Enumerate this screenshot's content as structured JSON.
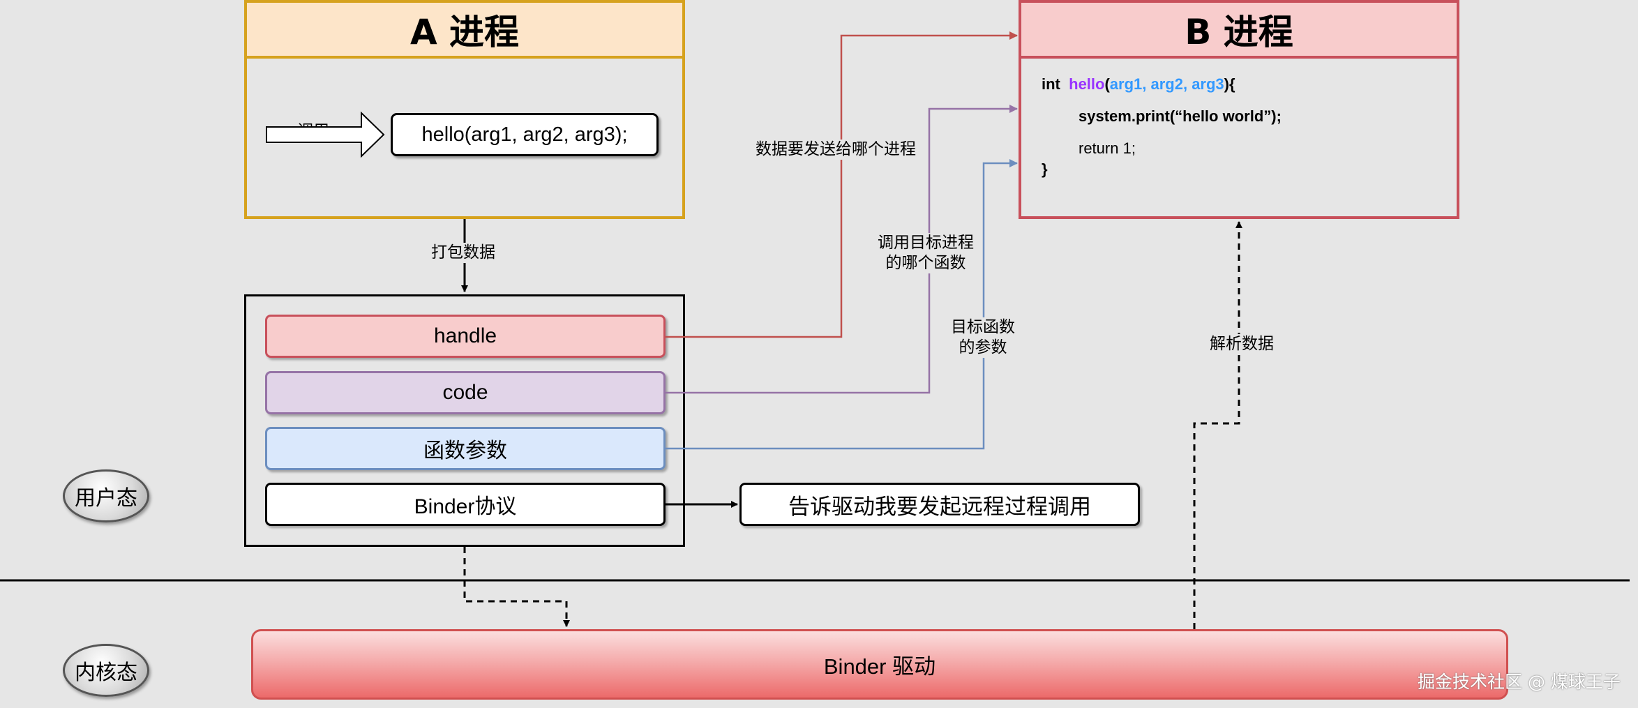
{
  "process_a": {
    "title": "A 进程",
    "call_label": "调用",
    "call_code": "hello(arg1,  arg2, arg3);"
  },
  "process_b": {
    "title": "B 进程",
    "code": {
      "kw_int": "int",
      "fn_name": "hello",
      "open_paren": "(",
      "args": "arg1, arg2, arg3",
      "close_brace_open": "){",
      "print_line": "system.print(“hello world”);",
      "return_line": "return 1;",
      "close_brace": "}"
    }
  },
  "edges": {
    "pack": "打包数据",
    "to_process": "数据要发送给哪个进程",
    "which_function_1": "调用目标进程",
    "which_function_2": "的哪个函数",
    "target_args_1": "目标函数",
    "target_args_2": "的参数",
    "parse": "解析数据"
  },
  "packet": {
    "handle": "handle",
    "code": "code",
    "params": "函数参数",
    "protocol": "Binder协议"
  },
  "notify": "告诉驱动我要发起远程过程调用",
  "driver": "Binder 驱动",
  "modes": {
    "user": "用户态",
    "kernel": "内核态"
  },
  "watermark": "掘金技术社区 @ 煤球王子",
  "colors": {
    "a_border": "#d6a21e",
    "a_fill": "#fde5c9",
    "b_border": "#c8505b",
    "b_fill": "#f8cccc",
    "code_fill": "#e1d4e8",
    "code_border": "#9673a6",
    "params_fill": "#dae8fc",
    "params_border": "#6c8ebf",
    "fn_purple": "#9933ff",
    "args_blue": "#3399ff"
  }
}
